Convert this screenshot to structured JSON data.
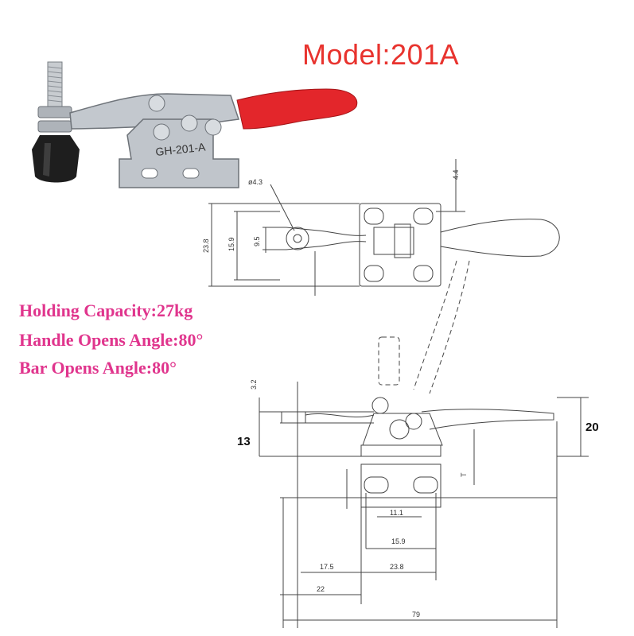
{
  "model_title": "Model:201A",
  "specs": {
    "holding_capacity": "Holding Capacity:27kg",
    "handle_angle": "Handle Opens Angle:80°",
    "bar_angle": "Bar Opens Angle:80°"
  },
  "product_stamp": "GH-201-A",
  "top_view_dims": {
    "hole_dia": "ø4.3",
    "d_4_4": "4.4",
    "d_23_8": "23.8",
    "d_15_9": "15.9",
    "d_9_5": "9.5"
  },
  "side_view_dims": {
    "d_3_2": "3.2",
    "d_13": "13",
    "d_20": "20",
    "d_T": "T"
  },
  "base_view_dims": {
    "d_11_1": "11.1",
    "d_15_9": "15.9",
    "d_17_5": "17.5",
    "d_23_8": "23.8",
    "d_22": "22",
    "d_79": "79"
  },
  "colors": {
    "title": "#e8332e",
    "specs": "#e0358d",
    "handle_grip": "#e3262b",
    "metal": "#b9bec4"
  }
}
